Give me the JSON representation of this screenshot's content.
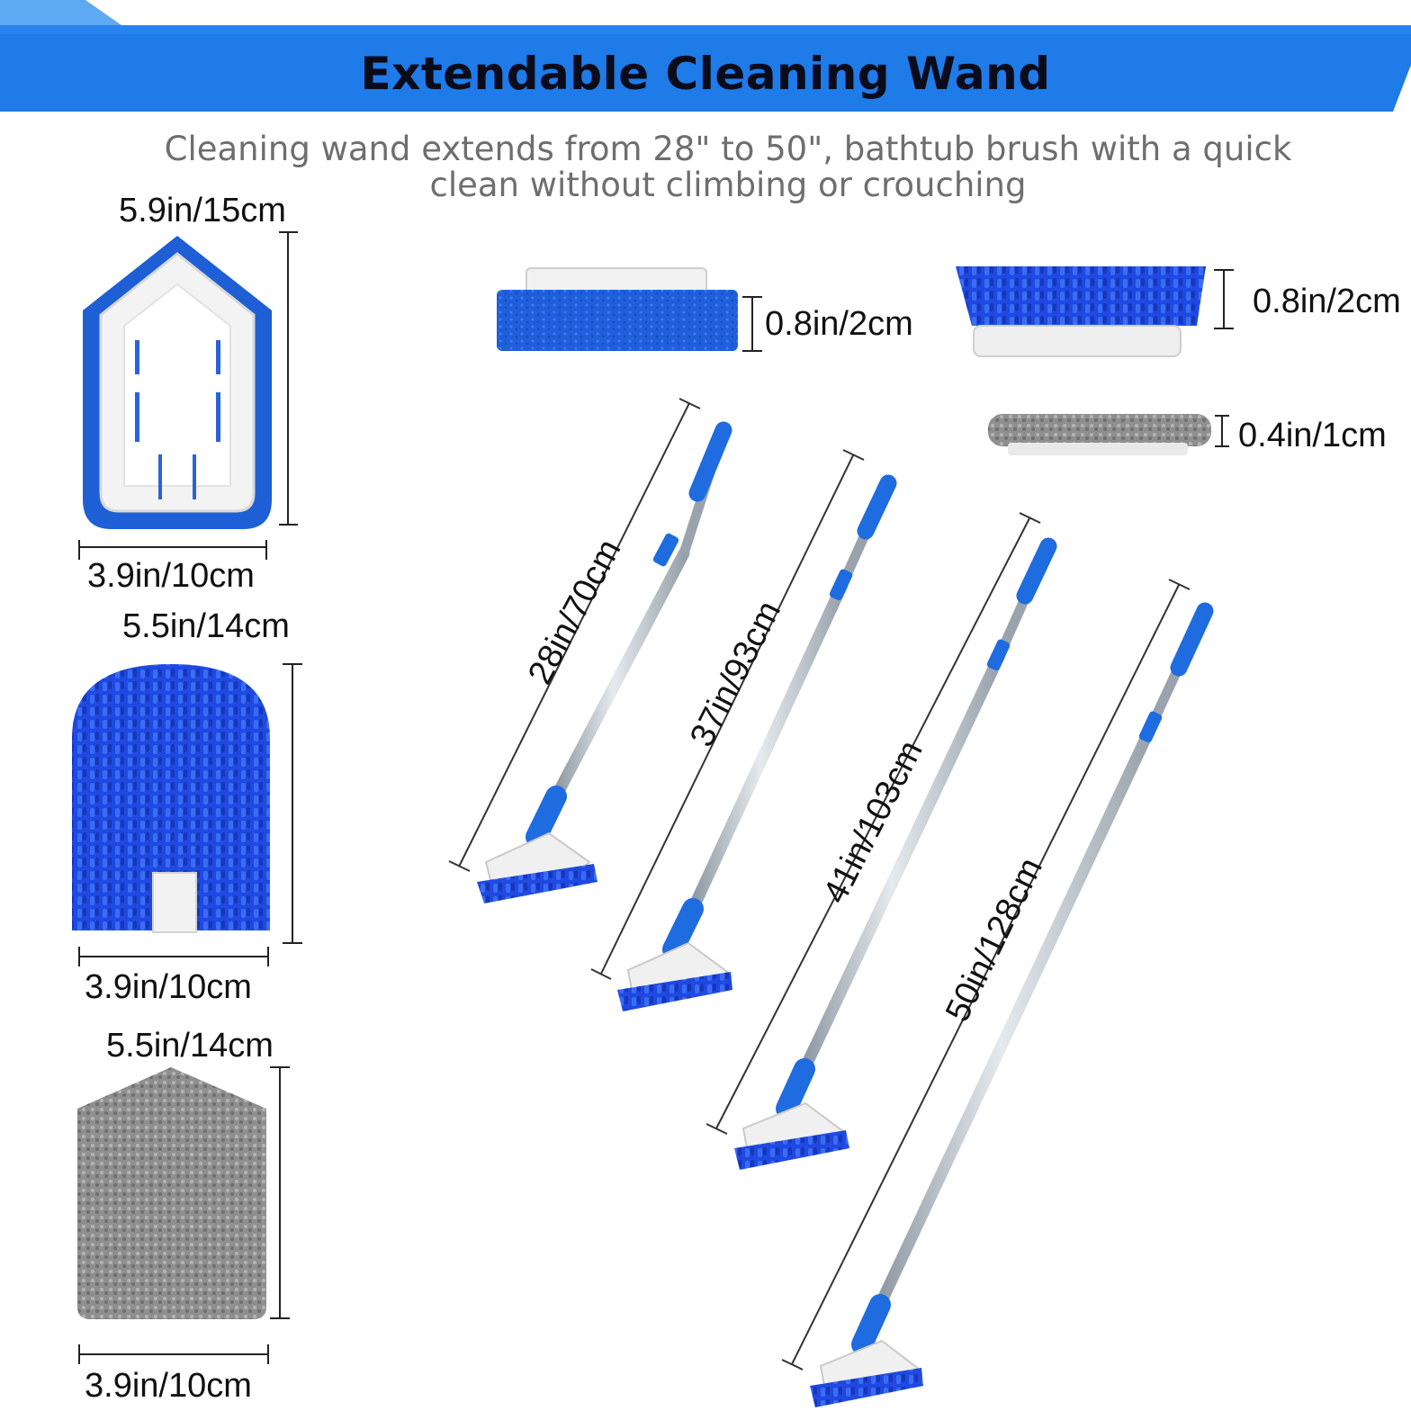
{
  "title": "Extendable Cleaning Wand",
  "subtitle_lines": [
    "Cleaning wand extends from 28\" to 50\", bathtub brush with a quick",
    "clean without climbing or crouching"
  ],
  "heads": {
    "sponge": {
      "height_label": "5.9in/15cm",
      "width_label": "3.9in/10cm",
      "thickness_label": "0.8in/2cm"
    },
    "brush": {
      "height_label": "5.5in/14cm",
      "width_label": "3.9in/10cm",
      "thickness_label": "0.8in/2cm"
    },
    "microfiber": {
      "height_label": "5.5in/14cm",
      "width_label": "3.9in/10cm",
      "thickness_label": "0.4in/1cm"
    }
  },
  "wand_lengths": [
    "28in/70cm",
    "37in/93cm",
    "41in/103cm",
    "50in/128cm"
  ],
  "colors": {
    "brand_blue": "#1e73e8",
    "bristle_blue": "#1a3fd6",
    "pole_silver": "#b8bfc8",
    "pad_grey": "#9a9a9a"
  }
}
